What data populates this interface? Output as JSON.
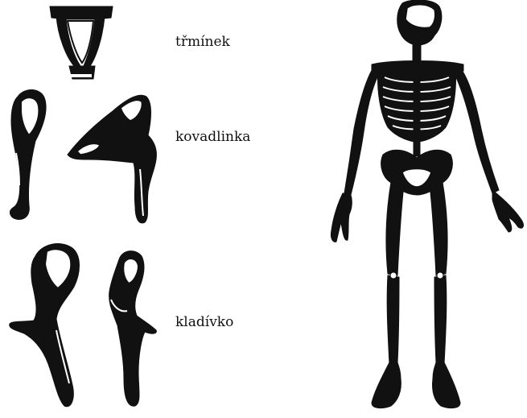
{
  "labels": {
    "stapes": "třmínek",
    "incus": "kovadlinka",
    "malleus": "kladívko"
  },
  "illustrations": {
    "skeleton": "human-skeleton-icon",
    "stapes": "stapes-bone-icon",
    "incus": "incus-bone-icon",
    "malleus": "malleus-bone-icon"
  },
  "colors": {
    "ink": "#111111",
    "background": "#ffffff"
  }
}
